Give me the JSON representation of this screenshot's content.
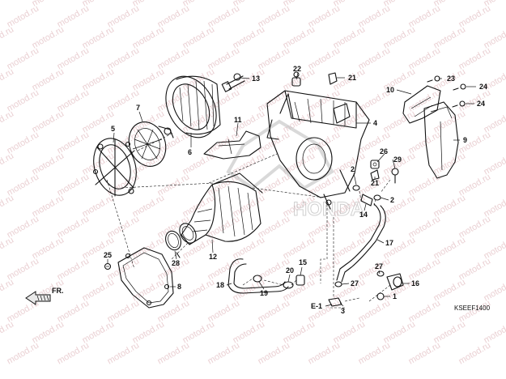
{
  "watermark": "motod.ru",
  "background_logo": "HONDA",
  "direction_arrow": {
    "label": "FR.",
    "icon": "arrow-left-icon"
  },
  "section_ref": "E-1",
  "diagram_code": "KSEEF1400",
  "part_numbers": [
    "1",
    "2",
    "3",
    "4",
    "5",
    "6",
    "7",
    "8",
    "9",
    "10",
    "11",
    "12",
    "13",
    "14",
    "15",
    "16",
    "17",
    "18",
    "19",
    "20",
    "21",
    "22",
    "23",
    "24",
    "25",
    "26",
    "27",
    "28",
    "29"
  ],
  "labels": {
    "p22": "22",
    "p21a": "21",
    "p13": "13",
    "p10": "10",
    "p23": "23",
    "p24a": "24",
    "p24b": "24",
    "p7": "7",
    "p4": "4",
    "p11": "11",
    "p5": "5",
    "p6": "6",
    "p9": "9",
    "p26": "26",
    "p29": "29",
    "p21b": "21",
    "p2a": "2",
    "p2b": "2",
    "p14": "14",
    "p17": "17",
    "p25": "25",
    "p12": "12",
    "p28": "28",
    "p15": "15",
    "p20": "20",
    "p8": "8",
    "p18": "18",
    "p19": "19",
    "p27a": "27",
    "p16": "16",
    "p27b": "27",
    "p3": "3",
    "p1": "1"
  }
}
